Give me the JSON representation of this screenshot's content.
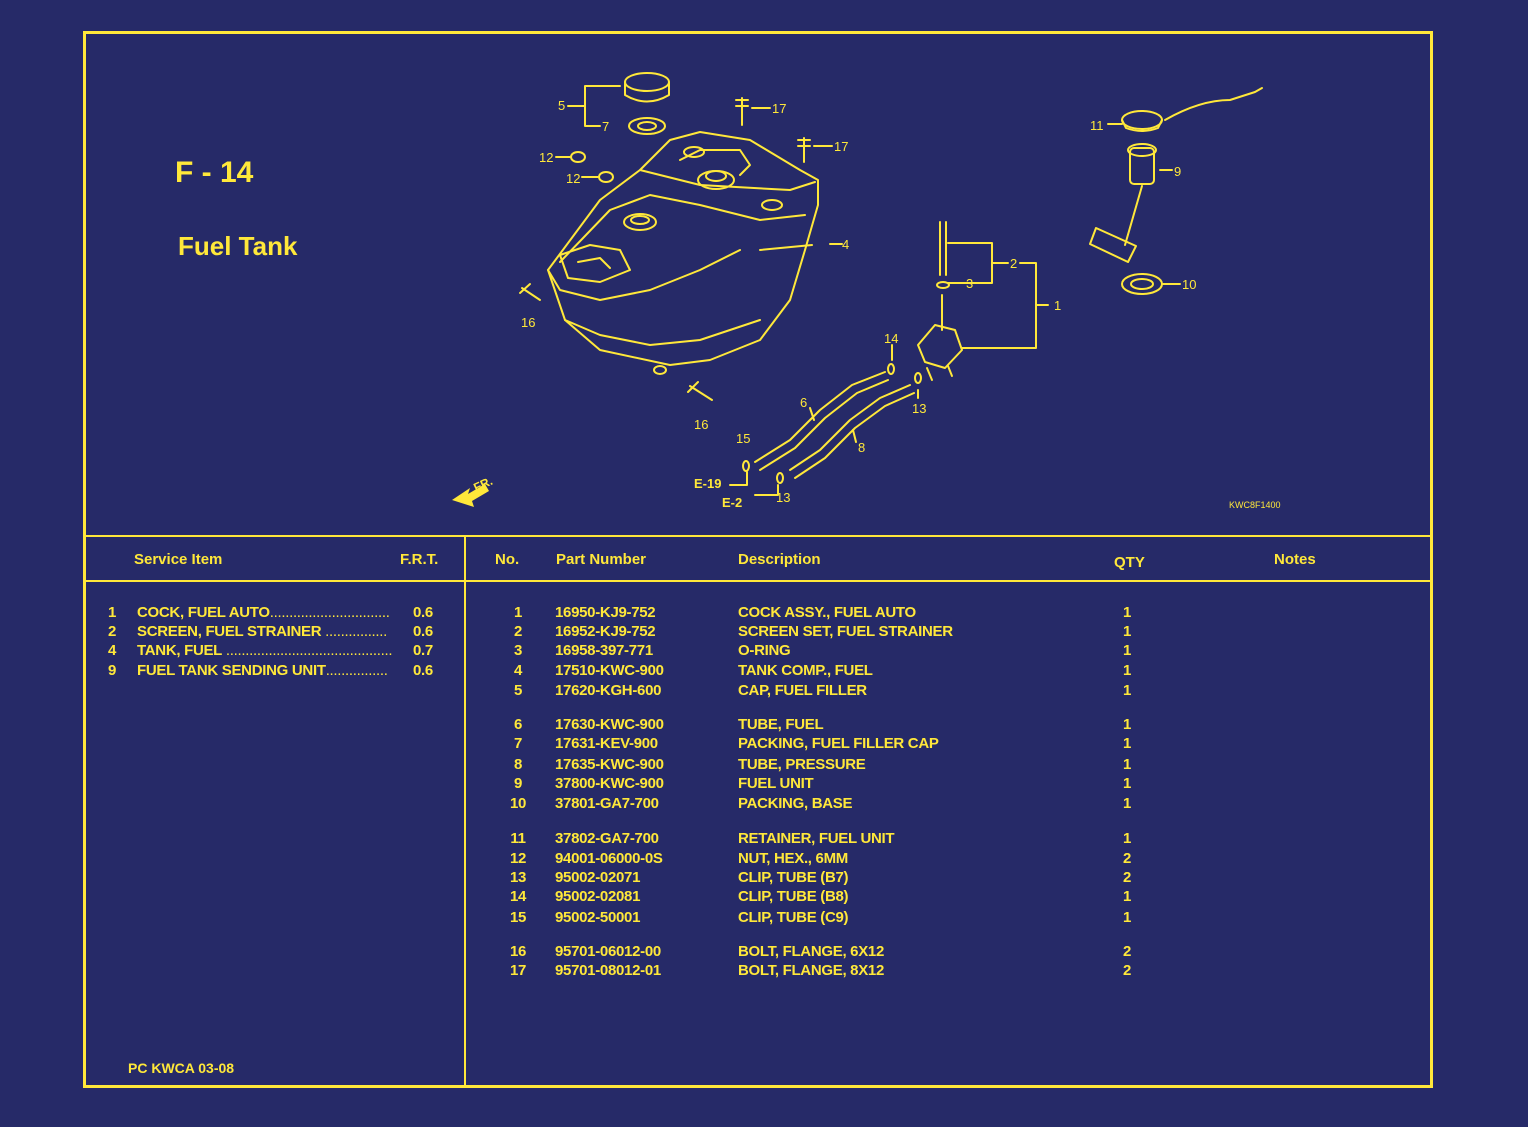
{
  "section": "F - 14",
  "title": "Fuel Tank",
  "diagram_code": "KWC8F1400",
  "front_label": "FR.",
  "callouts": [
    "1",
    "2",
    "3",
    "4",
    "5",
    "6",
    "7",
    "8",
    "9",
    "10",
    "11",
    "12",
    "12",
    "13",
    "13",
    "14",
    "15",
    "16",
    "16",
    "17",
    "17",
    "E-19",
    "E-2"
  ],
  "headers": {
    "service_item": "Service Item",
    "frt": "F.R.T.",
    "no": "No.",
    "part_number": "Part Number",
    "description": "Description",
    "qty": "QTY",
    "notes": "Notes"
  },
  "service_items": [
    {
      "ref": "1",
      "name": "COCK, FUEL AUTO",
      "leader": "...............................",
      "frt": "0.6"
    },
    {
      "ref": "2",
      "name": "SCREEN, FUEL STRAINER",
      "leader": " ................",
      "frt": "0.6"
    },
    {
      "ref": "4",
      "name": "TANK, FUEL",
      "leader": " ...........................................",
      "frt": "0.7"
    },
    {
      "ref": "9",
      "name": "FUEL TANK SENDING UNIT",
      "leader": "................",
      "frt": "0.6"
    }
  ],
  "parts": [
    {
      "no": "1",
      "part": "16950-KJ9-752",
      "desc": "COCK ASSY., FUEL AUTO",
      "qty": "1"
    },
    {
      "no": "2",
      "part": "16952-KJ9-752",
      "desc": "SCREEN SET, FUEL STRAINER",
      "qty": "1"
    },
    {
      "no": "3",
      "part": "16958-397-771",
      "desc": "O-RING",
      "qty": "1"
    },
    {
      "no": "4",
      "part": "17510-KWC-900",
      "desc": "TANK COMP., FUEL",
      "qty": "1"
    },
    {
      "no": "5",
      "part": "17620-KGH-600",
      "desc": "CAP, FUEL FILLER",
      "qty": "1"
    },
    {
      "no": "6",
      "part": "17630-KWC-900",
      "desc": "TUBE, FUEL",
      "qty": "1"
    },
    {
      "no": "7",
      "part": "17631-KEV-900",
      "desc": "PACKING, FUEL FILLER CAP",
      "qty": "1"
    },
    {
      "no": "8",
      "part": "17635-KWC-900",
      "desc": "TUBE, PRESSURE",
      "qty": "1"
    },
    {
      "no": "9",
      "part": "37800-KWC-900",
      "desc": "FUEL UNIT",
      "qty": "1"
    },
    {
      "no": "10",
      "part": "37801-GA7-700",
      "desc": "PACKING, BASE",
      "qty": "1"
    },
    {
      "no": "11",
      "part": "37802-GA7-700",
      "desc": "RETAINER, FUEL UNIT",
      "qty": "1"
    },
    {
      "no": "12",
      "part": "94001-06000-0S",
      "desc": "NUT, HEX., 6MM",
      "qty": "2"
    },
    {
      "no": "13",
      "part": "95002-02071",
      "desc": "CLIP, TUBE (B7)",
      "qty": "2"
    },
    {
      "no": "14",
      "part": "95002-02081",
      "desc": "CLIP, TUBE (B8)",
      "qty": "1"
    },
    {
      "no": "15",
      "part": "95002-50001",
      "desc": "CLIP, TUBE (C9)",
      "qty": "1"
    },
    {
      "no": "16",
      "part": "95701-06012-00",
      "desc": "BOLT, FLANGE, 6X12",
      "qty": "2"
    },
    {
      "no": "17",
      "part": "95701-08012-01",
      "desc": "BOLT, FLANGE, 8X12",
      "qty": "2"
    }
  ],
  "footer": "PC KWCA 03-08"
}
